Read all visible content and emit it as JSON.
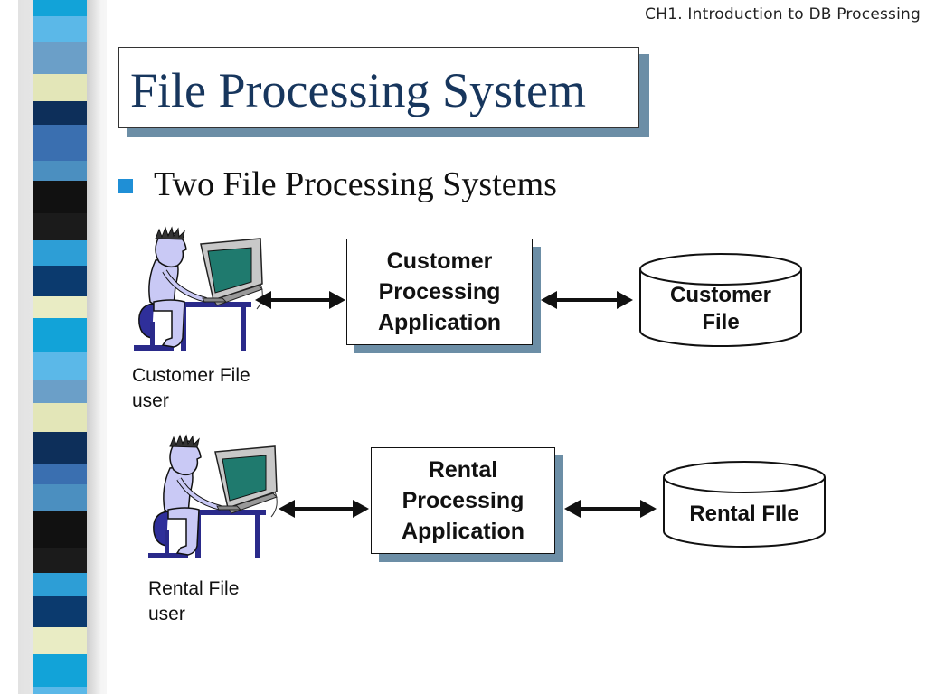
{
  "header": {
    "text": "CH1. Introduction to DB Processing"
  },
  "title": "File Processing System",
  "bullet": {
    "text": "Two File Processing Systems"
  },
  "systems": [
    {
      "application": "Customer\nProcessing\nApplication",
      "file": "Customer\nFile",
      "user": "Customer File\nuser"
    },
    {
      "application": "Rental\nProcessing\nApplication",
      "file": "Rental FIle",
      "user": "Rental File\nuser"
    }
  ],
  "colors": {
    "title": "#17365d",
    "bullet": "#1f8fd6",
    "box_shadow": "#6c8ea6",
    "stripes": [
      "#12a3d8",
      "#3a6fb0",
      "#0b3a6e",
      "#e3e6b8",
      "#1b1b1b",
      "#5bb8e8",
      "#4b8fc0",
      "#e9ecc4",
      "#0d2f5a",
      "#2d9ed6",
      "#6b9fc8",
      "#111111"
    ]
  },
  "icons": {
    "user": "person-at-computer-icon",
    "arrow": "double-headed-arrow-icon",
    "file": "database-cylinder-icon"
  }
}
